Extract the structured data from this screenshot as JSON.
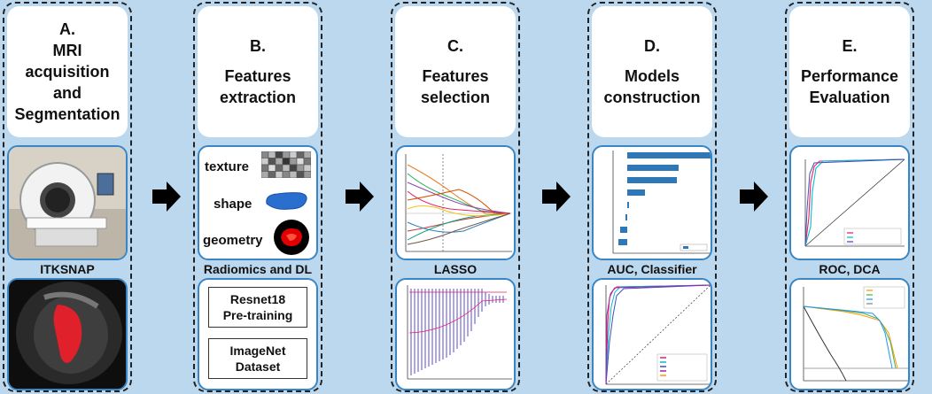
{
  "stages": [
    {
      "letter": "A.",
      "title_lines": [
        "MRI",
        "acquisition",
        "and",
        "Segmentation"
      ],
      "caption": "ITKSNAP"
    },
    {
      "letter": "B.",
      "title_lines": [
        "Features",
        "extraction"
      ],
      "caption": "Radiomics and DL",
      "feature_labels": [
        "texture",
        "shape",
        "geometry"
      ],
      "dl_boxes": [
        [
          "Resnet18",
          "Pre-training"
        ],
        [
          "ImageNet",
          "Dataset"
        ]
      ]
    },
    {
      "letter": "C.",
      "title_lines": [
        "Features",
        "selection"
      ],
      "caption": "LASSO"
    },
    {
      "letter": "D.",
      "title_lines": [
        "Models",
        "construction"
      ],
      "caption": "AUC, Classifier"
    },
    {
      "letter": "E.",
      "title_lines": [
        "Performance",
        "Evaluation"
      ],
      "caption": "ROC, DCA"
    }
  ],
  "colors": {
    "background": "#bcd8ee",
    "card_border": "#3a86c4",
    "segmentation": "#e0202a",
    "bars": "#2f78b7"
  },
  "icons": [
    "arrow-right-icon"
  ]
}
